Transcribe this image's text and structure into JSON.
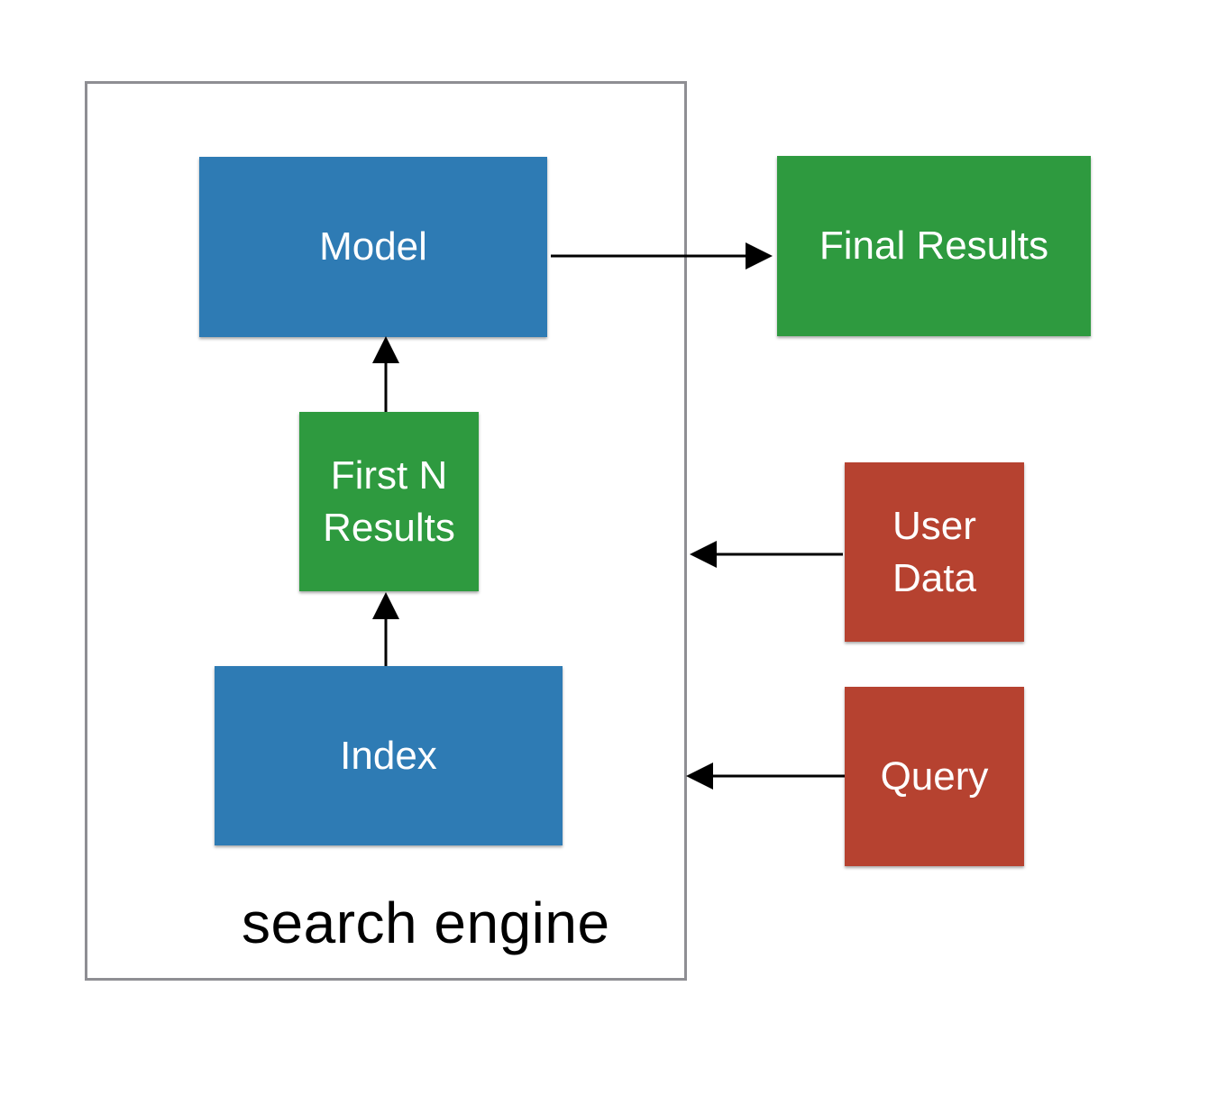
{
  "container": {
    "label": "search engine",
    "border_color": "#8e8e93"
  },
  "nodes": {
    "model": {
      "label": "Model",
      "color": "#2e7bb4"
    },
    "first_n": {
      "label": "First N\nResults",
      "color": "#2e9a3f"
    },
    "index": {
      "label": "Index",
      "color": "#2e7bb4"
    },
    "final_results": {
      "label": "Final Results",
      "color": "#2e9a3f"
    },
    "user_data": {
      "label": "User\nData",
      "color": "#b64230"
    },
    "query": {
      "label": "Query",
      "color": "#b64230"
    }
  },
  "edges": [
    {
      "from": "index",
      "to": "first_n"
    },
    {
      "from": "first_n",
      "to": "model"
    },
    {
      "from": "model",
      "to": "final_results"
    },
    {
      "from": "user_data",
      "to": "search_engine"
    },
    {
      "from": "query",
      "to": "search_engine"
    }
  ]
}
